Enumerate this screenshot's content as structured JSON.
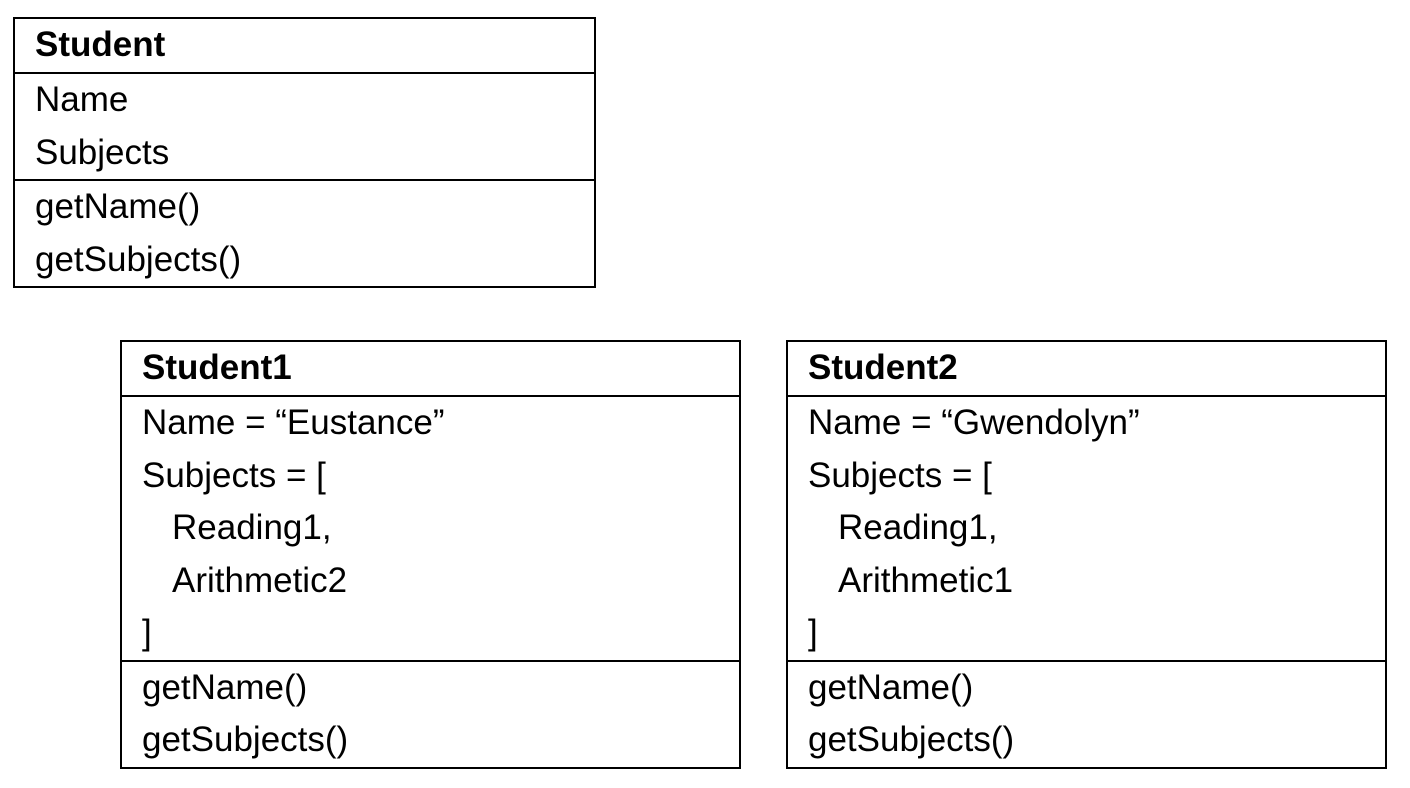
{
  "class_box": {
    "title": "Student",
    "attributes": [
      "Name",
      "Subjects"
    ],
    "methods": [
      "getName()",
      "getSubjects()"
    ]
  },
  "object1": {
    "title": "Student1",
    "attributes": {
      "name_line": "Name = “Eustance”",
      "subjects_open": "Subjects = [",
      "subject_items": [
        "Reading1,",
        "Arithmetic2"
      ],
      "subjects_close": "]"
    },
    "methods": [
      "getName()",
      "getSubjects()"
    ]
  },
  "object2": {
    "title": "Student2",
    "attributes": {
      "name_line": "Name = “Gwendolyn”",
      "subjects_open": "Subjects = [",
      "subject_items": [
        "Reading1,",
        "Arithmetic1"
      ],
      "subjects_close": "]"
    },
    "methods": [
      "getName()",
      "getSubjects()"
    ]
  }
}
